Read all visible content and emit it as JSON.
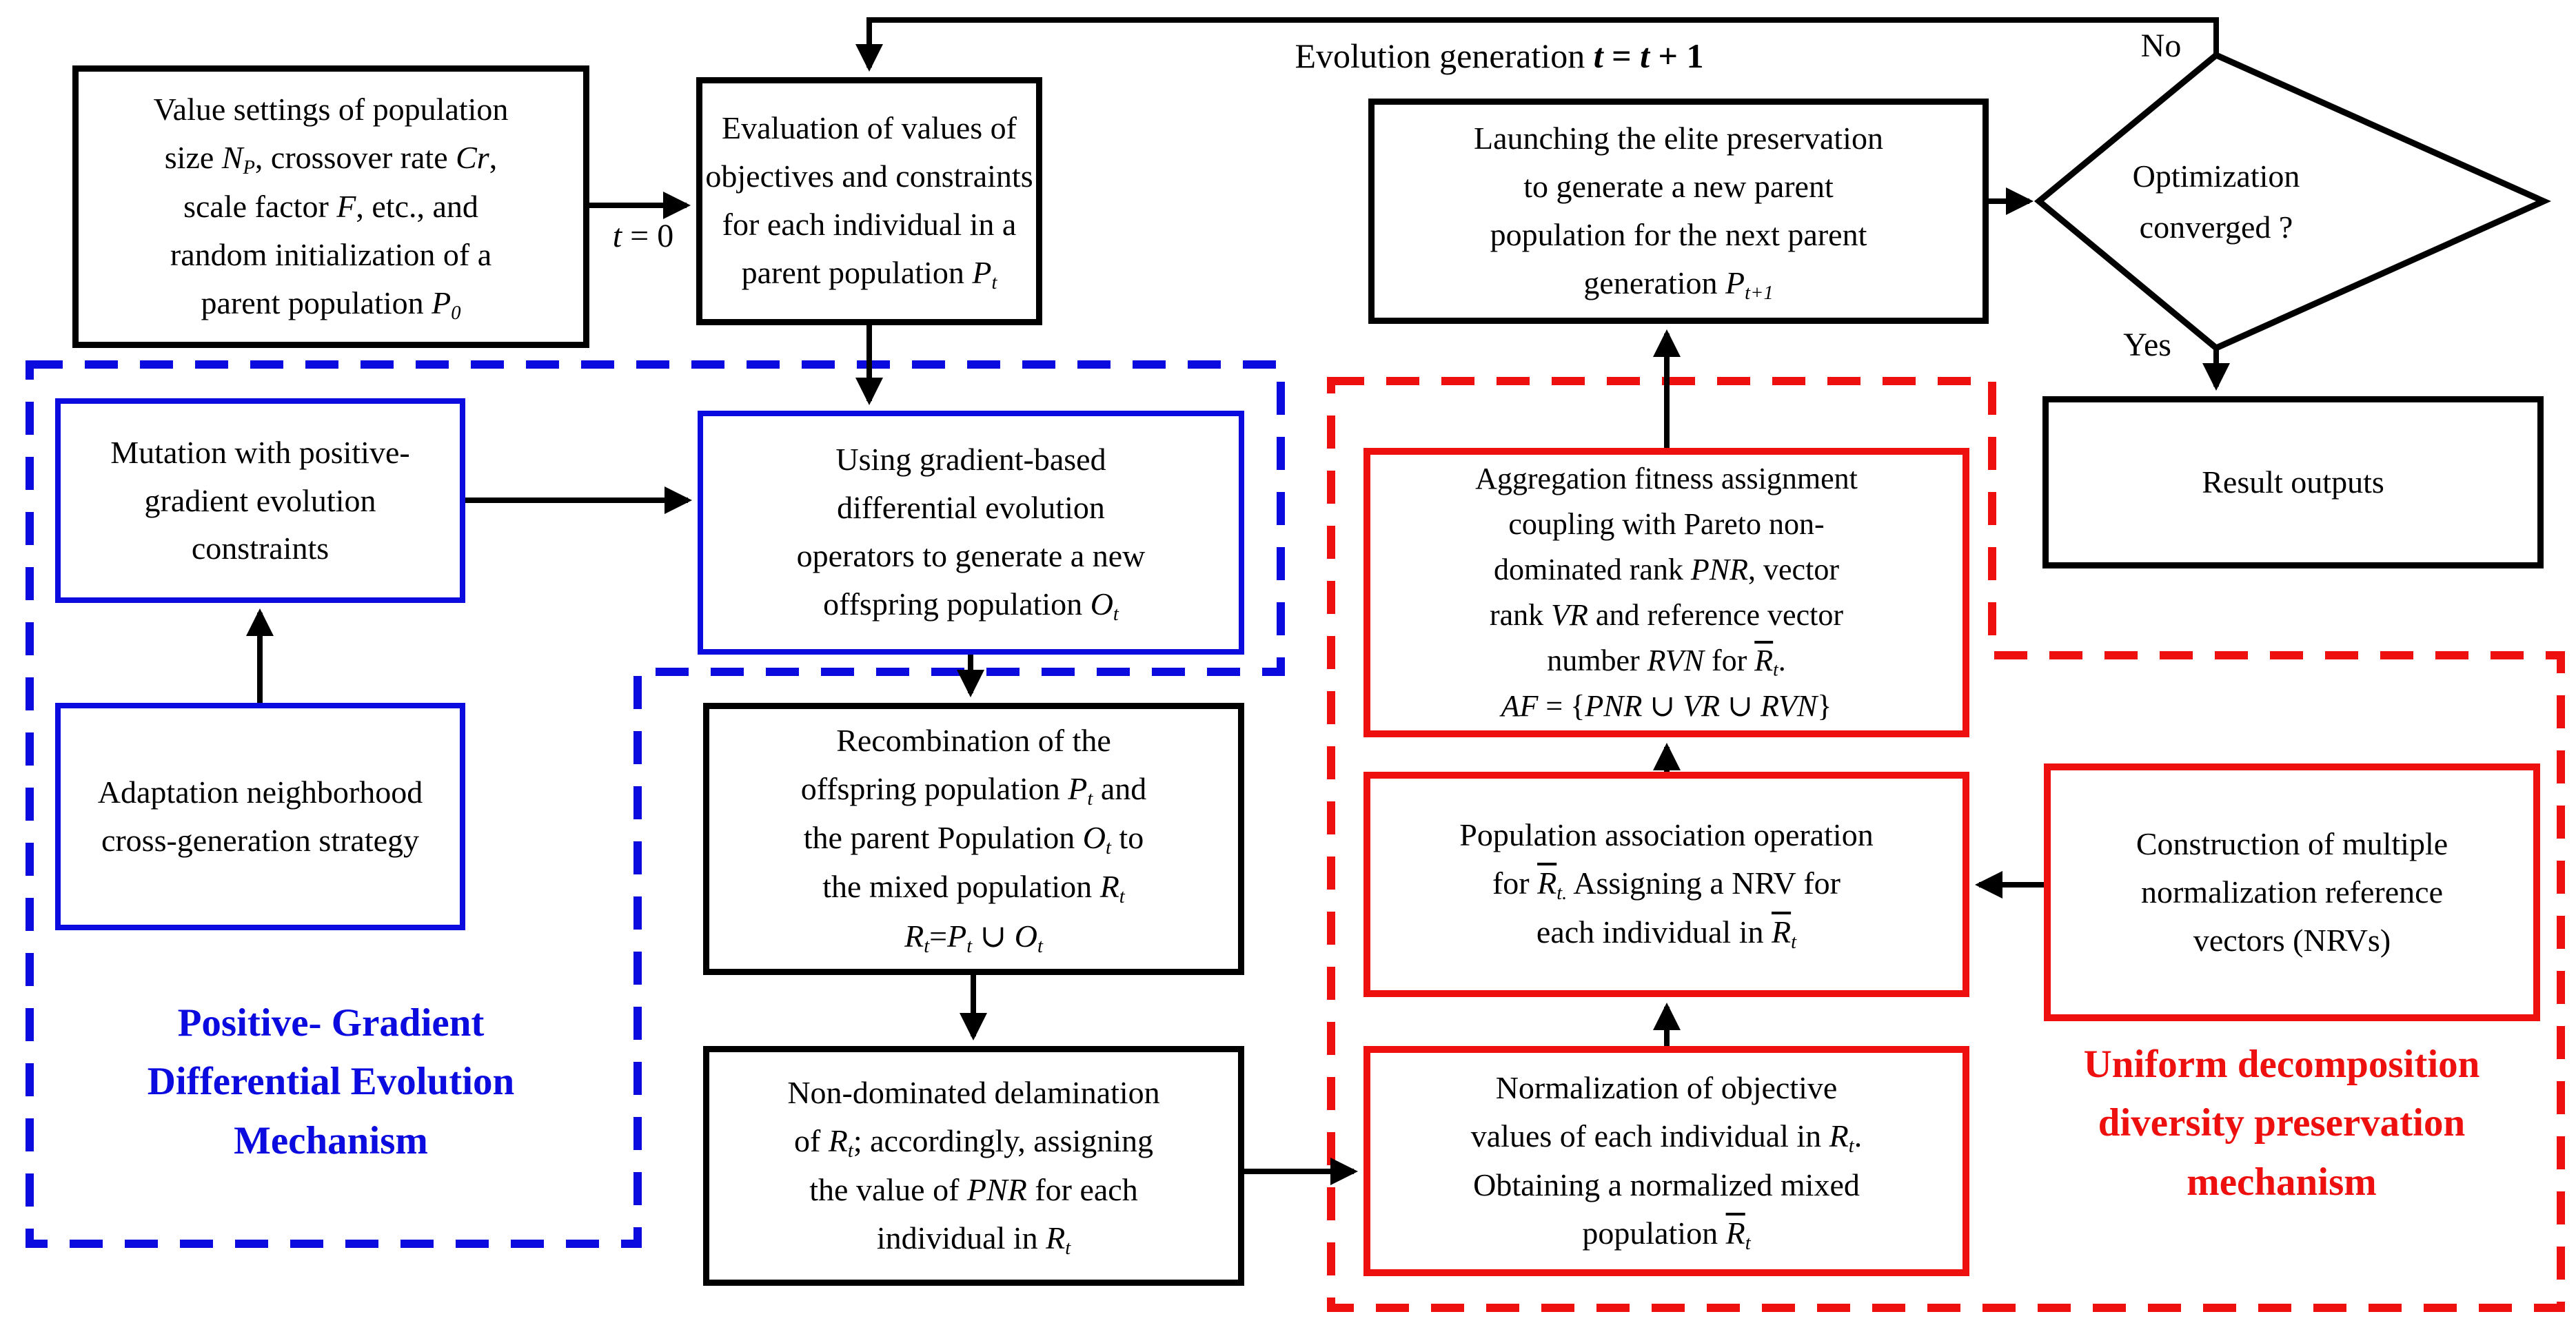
{
  "colors": {
    "blue": "#0B0BE0",
    "red": "#EE0F0F",
    "black": "#000000",
    "background": "#FFFFFF"
  },
  "labels": {
    "evolution_generation": [
      {
        "t": "Evolution generation  "
      },
      {
        "t": "t",
        "i": true,
        "b": true
      },
      {
        "t": " = ",
        "b": true
      },
      {
        "t": "t",
        "i": true,
        "b": true
      },
      {
        "t": " + 1",
        "b": true
      }
    ],
    "t0": [
      {
        "t": "t",
        "i": true
      },
      {
        "t": " = 0"
      }
    ],
    "no": "No",
    "yes": "Yes"
  },
  "mechanisms": {
    "blue": {
      "segments": [
        {
          "t": "Positive- Gradient"
        },
        {
          "br": true
        },
        {
          "t": "Differential Evolution"
        },
        {
          "br": true
        },
        {
          "t": "Mechanism"
        }
      ]
    },
    "red": {
      "segments": [
        {
          "t": "Uniform decomposition"
        },
        {
          "br": true
        },
        {
          "t": "diversity preservation"
        },
        {
          "br": true
        },
        {
          "t": "mechanism"
        }
      ]
    }
  },
  "nodes": {
    "value_settings": {
      "segments": [
        {
          "t": "Value settings of population"
        },
        {
          "br": true
        },
        {
          "t": "size "
        },
        {
          "t": "N",
          "i": true
        },
        {
          "t": "P",
          "i": true,
          "sub": true
        },
        {
          "t": ", crossover rate "
        },
        {
          "t": "Cr",
          "i": true
        },
        {
          "t": ","
        },
        {
          "br": true
        },
        {
          "t": "scale factor "
        },
        {
          "t": "F",
          "i": true
        },
        {
          "t": ", etc., and"
        },
        {
          "br": true
        },
        {
          "t": "random initialization of a"
        },
        {
          "br": true
        },
        {
          "t": "parent population "
        },
        {
          "t": "P",
          "i": true
        },
        {
          "t": "0",
          "i": true,
          "sub": true
        }
      ]
    },
    "evaluation": {
      "segments": [
        {
          "t": "Evaluation of values of"
        },
        {
          "br": true
        },
        {
          "t": "objectives and  constraints"
        },
        {
          "br": true
        },
        {
          "t": "for each individual in a"
        },
        {
          "br": true
        },
        {
          "t": "parent population "
        },
        {
          "t": "P",
          "i": true
        },
        {
          "t": "t",
          "i": true,
          "sub": true
        }
      ]
    },
    "launching": {
      "segments": [
        {
          "t": "Launching the elite preservation"
        },
        {
          "br": true
        },
        {
          "t": "to generate a new parent"
        },
        {
          "br": true
        },
        {
          "t": "population for the next parent"
        },
        {
          "br": true
        },
        {
          "t": "generation "
        },
        {
          "t": "P",
          "i": true
        },
        {
          "t": "t+1",
          "i": true,
          "sub": true
        }
      ]
    },
    "converged": {
      "segments": [
        {
          "t": "Optimization"
        },
        {
          "br": true
        },
        {
          "t": "converged ?"
        }
      ]
    },
    "result": {
      "segments": [
        {
          "t": "Result outputs"
        }
      ]
    },
    "mutation": {
      "segments": [
        {
          "t": "Mutation with positive-"
        },
        {
          "br": true
        },
        {
          "t": "gradient evolution"
        },
        {
          "br": true
        },
        {
          "t": "constraints"
        }
      ]
    },
    "adaptation": {
      "segments": [
        {
          "t": "Adaptation neighborhood"
        },
        {
          "br": true
        },
        {
          "t": "cross-generation strategy"
        }
      ]
    },
    "using_gradient": {
      "segments": [
        {
          "t": "Using gradient-based"
        },
        {
          "br": true
        },
        {
          "t": "differential evolution"
        },
        {
          "br": true
        },
        {
          "t": "operators to generate a new"
        },
        {
          "br": true
        },
        {
          "t": "offspring population "
        },
        {
          "t": "O",
          "i": true
        },
        {
          "t": "t",
          "i": true,
          "sub": true
        }
      ]
    },
    "recombination": {
      "segments": [
        {
          "t": "Recombination of the"
        },
        {
          "br": true
        },
        {
          "t": "offspring population "
        },
        {
          "t": "P",
          "i": true
        },
        {
          "t": "t",
          "i": true,
          "sub": true
        },
        {
          "t": " and"
        },
        {
          "br": true
        },
        {
          "t": "the parent Population "
        },
        {
          "t": "O",
          "i": true
        },
        {
          "t": "t",
          "i": true,
          "sub": true
        },
        {
          "t": " to"
        },
        {
          "br": true
        },
        {
          "t": "the mixed population  "
        },
        {
          "t": "R",
          "i": true
        },
        {
          "t": "t",
          "i": true,
          "sub": true
        },
        {
          "br": true
        },
        {
          "t": "R",
          "i": true
        },
        {
          "t": "t",
          "i": true,
          "sub": true
        },
        {
          "t": "="
        },
        {
          "t": "P",
          "i": true
        },
        {
          "t": "t",
          "i": true,
          "sub": true
        },
        {
          "t": " ∪ "
        },
        {
          "t": "O",
          "i": true
        },
        {
          "t": "t",
          "i": true,
          "sub": true
        }
      ]
    },
    "non_dominated": {
      "segments": [
        {
          "t": "Non-dominated delamination"
        },
        {
          "br": true
        },
        {
          "t": "of "
        },
        {
          "t": "R",
          "i": true
        },
        {
          "t": "t",
          "i": true,
          "sub": true
        },
        {
          "t": "; accordingly, assigning"
        },
        {
          "br": true
        },
        {
          "t": "the value of "
        },
        {
          "t": "PNR",
          "i": true
        },
        {
          "t": " for each"
        },
        {
          "br": true
        },
        {
          "t": "individual in "
        },
        {
          "t": "R",
          "i": true
        },
        {
          "t": "t",
          "i": true,
          "sub": true
        }
      ]
    },
    "aggregation": {
      "segments": [
        {
          "t": "Aggregation fitness assignment"
        },
        {
          "br": true
        },
        {
          "t": "coupling with Pareto non-"
        },
        {
          "br": true
        },
        {
          "t": "dominated rank "
        },
        {
          "t": "PNR",
          "i": true
        },
        {
          "t": ", vector"
        },
        {
          "br": true
        },
        {
          "t": "rank "
        },
        {
          "t": "VR",
          "i": true
        },
        {
          "t": " and reference vector"
        },
        {
          "br": true
        },
        {
          "t": "number "
        },
        {
          "t": "RVN",
          "i": true
        },
        {
          "t": " for "
        },
        {
          "t": "R",
          "i": true,
          "over": true
        },
        {
          "t": "t",
          "i": true,
          "sub": true
        },
        {
          "t": "."
        },
        {
          "br": true
        },
        {
          "t": "AF",
          "i": true
        },
        {
          "t": " = {"
        },
        {
          "t": "PNR",
          "i": true
        },
        {
          "t": " ∪ "
        },
        {
          "t": "VR",
          "i": true
        },
        {
          "t": " ∪ "
        },
        {
          "t": "RVN",
          "i": true
        },
        {
          "t": "}"
        }
      ]
    },
    "population_association": {
      "segments": [
        {
          "t": "Population association operation"
        },
        {
          "br": true
        },
        {
          "t": "for "
        },
        {
          "t": "R",
          "i": true,
          "over": true
        },
        {
          "t": "t.",
          "i": true,
          "sub": true
        },
        {
          "t": " Assigning a NRV for"
        },
        {
          "br": true
        },
        {
          "t": "each individual in "
        },
        {
          "t": "R",
          "i": true,
          "over": true
        },
        {
          "t": "t",
          "i": true,
          "sub": true
        }
      ]
    },
    "normalization": {
      "segments": [
        {
          "t": "Normalization of objective"
        },
        {
          "br": true
        },
        {
          "t": "values of each individual in "
        },
        {
          "t": "R",
          "i": true
        },
        {
          "t": "t",
          "i": true,
          "sub": true
        },
        {
          "t": "."
        },
        {
          "br": true
        },
        {
          "t": "Obtaining a normalized mixed"
        },
        {
          "br": true
        },
        {
          "t": "population "
        },
        {
          "t": "R",
          "i": true,
          "over": true
        },
        {
          "t": "t",
          "i": true,
          "sub": true
        }
      ]
    },
    "nrv_construction": {
      "segments": [
        {
          "t": "Construction of multiple"
        },
        {
          "br": true
        },
        {
          "t": "normalization reference"
        },
        {
          "br": true
        },
        {
          "t": "vectors (NRVs)"
        }
      ]
    }
  }
}
